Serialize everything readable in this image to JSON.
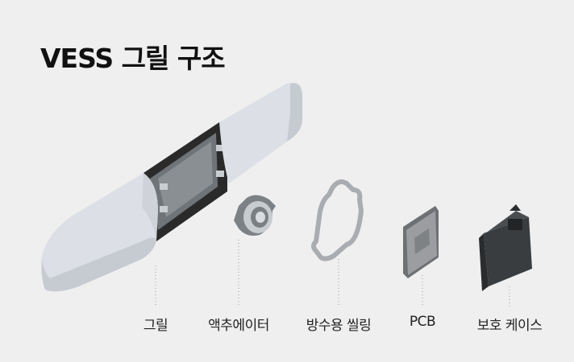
{
  "title": "VESS 그릴 구조",
  "components": [
    {
      "id": "grille",
      "label": "그릴"
    },
    {
      "id": "actuator",
      "label": "액추에이터"
    },
    {
      "id": "seal",
      "label": "방수용 씰링"
    },
    {
      "id": "pcb",
      "label": "PCB"
    },
    {
      "id": "case",
      "label": "보호 케이스"
    }
  ],
  "colors": {
    "background": "#efefef",
    "grille_body": "#dcdfe5",
    "grille_shade": "#c3c8d0",
    "frame_dark": "#2a2a2a",
    "seal": "#a9adb1",
    "pcb": "#9b9da0",
    "case": "#2f3234"
  }
}
